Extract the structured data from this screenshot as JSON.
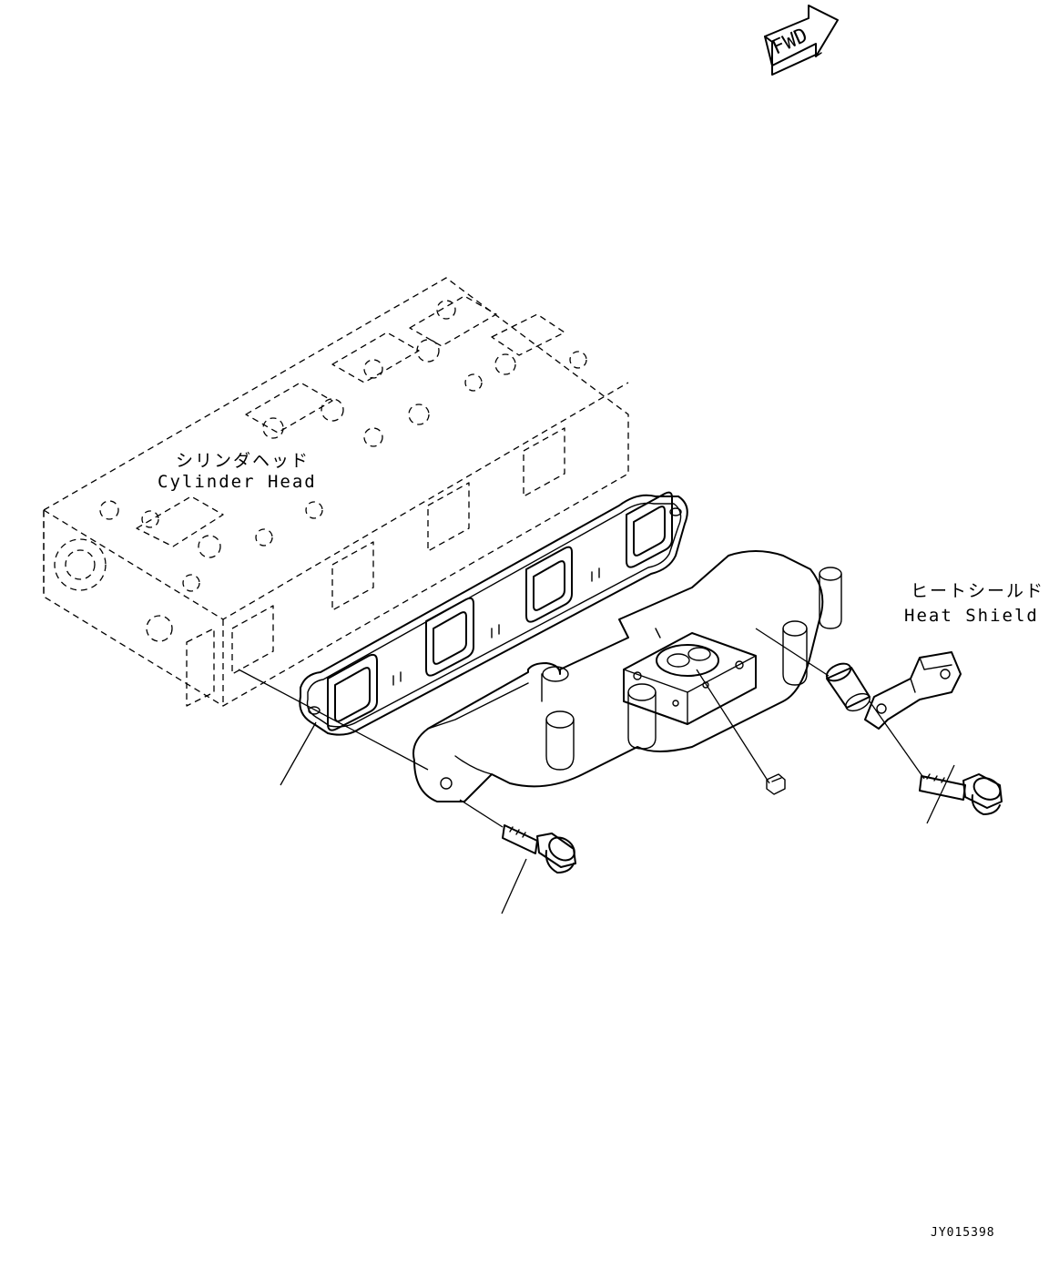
{
  "fwd_label": "FWD",
  "labels": {
    "cylinder_head_ja": "シリンダヘッド",
    "cylinder_head_en": "Cylinder Head",
    "heat_shield_ja": "ヒートシールド",
    "heat_shield_en": "Heat Shield"
  },
  "drawing_code": "JY015398"
}
